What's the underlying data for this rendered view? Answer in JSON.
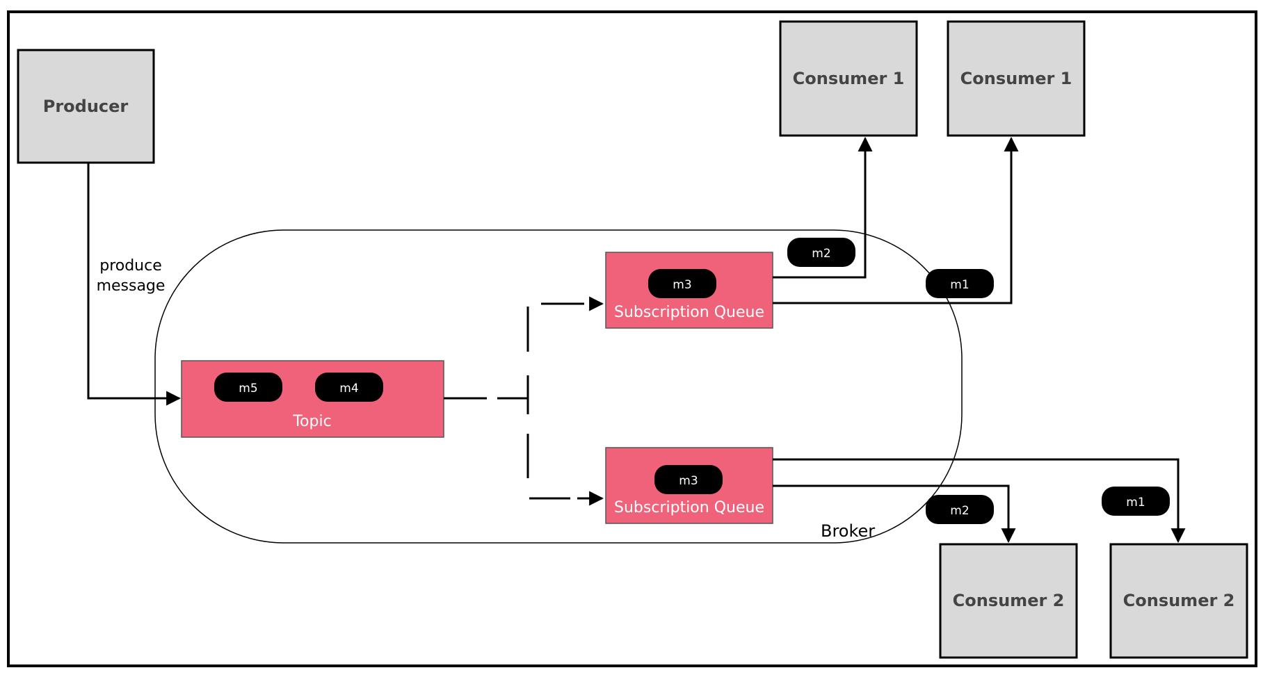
{
  "producer": {
    "label": "Producer"
  },
  "produce_label": {
    "line1": "produce",
    "line2": "message"
  },
  "broker": {
    "label": "Broker"
  },
  "topic": {
    "label": "Topic",
    "messages": [
      "m5",
      "m4"
    ]
  },
  "subscription_queue_1": {
    "label": "Subscription Queue",
    "message": "m3"
  },
  "subscription_queue_2": {
    "label": "Subscription Queue",
    "message": "m3"
  },
  "consumers_top": [
    {
      "label": "Consumer 1"
    },
    {
      "label": "Consumer 1"
    }
  ],
  "consumers_bottom": [
    {
      "label": "Consumer 2"
    },
    {
      "label": "Consumer 2"
    }
  ],
  "in_flight_top": [
    "m2",
    "m1"
  ],
  "in_flight_bottom": [
    "m2",
    "m1"
  ],
  "colors": {
    "queue_fill": "#f0627a",
    "node_fill": "#d9d9d9",
    "message_fill": "#000000",
    "node_text": "#444444"
  }
}
